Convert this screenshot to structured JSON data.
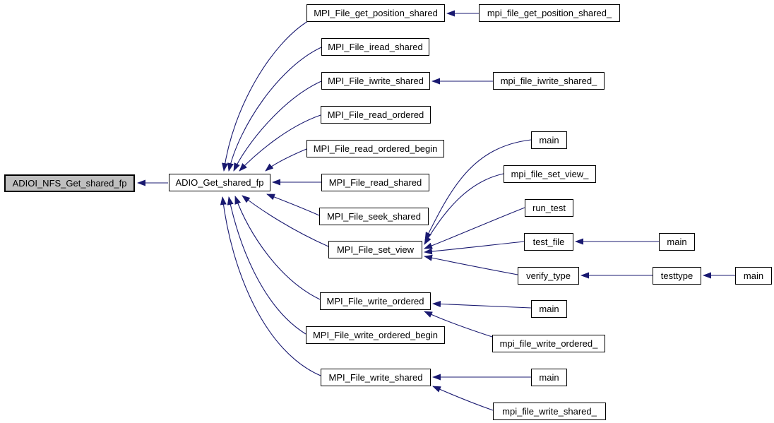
{
  "diagram": {
    "type": "call-graph",
    "direction": "callers-right-to-callee-left",
    "colors": {
      "background": "#ffffff",
      "edge": "#191970",
      "node_border": "#000000",
      "node_fill": "#ffffff",
      "highlight_fill": "#bfbfbf",
      "text": "#000000"
    },
    "nodes": [
      {
        "id": "ADIOI_NFS_Get_shared_fp",
        "label": "ADIOI_NFS_Get_shared_fp",
        "highlighted": true
      },
      {
        "id": "ADIO_Get_shared_fp",
        "label": "ADIO_Get_shared_fp",
        "highlighted": false
      },
      {
        "id": "MPI_File_get_position_shared",
        "label": "MPI_File_get_position_shared",
        "highlighted": false
      },
      {
        "id": "mpi_file_get_position_shared_",
        "label": "mpi_file_get_position_shared_",
        "highlighted": false
      },
      {
        "id": "MPI_File_iread_shared",
        "label": "MPI_File_iread_shared",
        "highlighted": false
      },
      {
        "id": "MPI_File_iwrite_shared",
        "label": "MPI_File_iwrite_shared",
        "highlighted": false
      },
      {
        "id": "mpi_file_iwrite_shared_",
        "label": "mpi_file_iwrite_shared_",
        "highlighted": false
      },
      {
        "id": "MPI_File_read_ordered",
        "label": "MPI_File_read_ordered",
        "highlighted": false
      },
      {
        "id": "MPI_File_read_ordered_begin",
        "label": "MPI_File_read_ordered_begin",
        "highlighted": false
      },
      {
        "id": "MPI_File_read_shared",
        "label": "MPI_File_read_shared",
        "highlighted": false
      },
      {
        "id": "MPI_File_seek_shared",
        "label": "MPI_File_seek_shared",
        "highlighted": false
      },
      {
        "id": "MPI_File_set_view",
        "label": "MPI_File_set_view",
        "highlighted": false
      },
      {
        "id": "main_set_view",
        "label": "main",
        "highlighted": false
      },
      {
        "id": "mpi_file_set_view_",
        "label": "mpi_file_set_view_",
        "highlighted": false
      },
      {
        "id": "run_test",
        "label": "run_test",
        "highlighted": false
      },
      {
        "id": "test_file",
        "label": "test_file",
        "highlighted": false
      },
      {
        "id": "main_test_file",
        "label": "main",
        "highlighted": false
      },
      {
        "id": "verify_type",
        "label": "verify_type",
        "highlighted": false
      },
      {
        "id": "testtype",
        "label": "testtype",
        "highlighted": false
      },
      {
        "id": "main_testtype",
        "label": "main",
        "highlighted": false
      },
      {
        "id": "MPI_File_write_ordered",
        "label": "MPI_File_write_ordered",
        "highlighted": false
      },
      {
        "id": "main_write_ordered",
        "label": "main",
        "highlighted": false
      },
      {
        "id": "MPI_File_write_ordered_begin",
        "label": "MPI_File_write_ordered_begin",
        "highlighted": false
      },
      {
        "id": "mpi_file_write_ordered_",
        "label": "mpi_file_write_ordered_",
        "highlighted": false
      },
      {
        "id": "MPI_File_write_shared",
        "label": "MPI_File_write_shared",
        "highlighted": false
      },
      {
        "id": "main_write_shared",
        "label": "main",
        "highlighted": false
      },
      {
        "id": "mpi_file_write_shared_",
        "label": "mpi_file_write_shared_",
        "highlighted": false
      }
    ],
    "edges": [
      {
        "from": "ADIO_Get_shared_fp",
        "to": "ADIOI_NFS_Get_shared_fp"
      },
      {
        "from": "MPI_File_get_position_shared",
        "to": "ADIO_Get_shared_fp"
      },
      {
        "from": "MPI_File_iread_shared",
        "to": "ADIO_Get_shared_fp"
      },
      {
        "from": "MPI_File_iwrite_shared",
        "to": "ADIO_Get_shared_fp"
      },
      {
        "from": "MPI_File_read_ordered",
        "to": "ADIO_Get_shared_fp"
      },
      {
        "from": "MPI_File_read_ordered_begin",
        "to": "ADIO_Get_shared_fp"
      },
      {
        "from": "MPI_File_read_shared",
        "to": "ADIO_Get_shared_fp"
      },
      {
        "from": "MPI_File_seek_shared",
        "to": "ADIO_Get_shared_fp"
      },
      {
        "from": "MPI_File_set_view",
        "to": "ADIO_Get_shared_fp"
      },
      {
        "from": "MPI_File_write_ordered",
        "to": "ADIO_Get_shared_fp"
      },
      {
        "from": "MPI_File_write_ordered_begin",
        "to": "ADIO_Get_shared_fp"
      },
      {
        "from": "MPI_File_write_shared",
        "to": "ADIO_Get_shared_fp"
      },
      {
        "from": "mpi_file_get_position_shared_",
        "to": "MPI_File_get_position_shared"
      },
      {
        "from": "mpi_file_iwrite_shared_",
        "to": "MPI_File_iwrite_shared"
      },
      {
        "from": "main_set_view",
        "to": "MPI_File_set_view"
      },
      {
        "from": "mpi_file_set_view_",
        "to": "MPI_File_set_view"
      },
      {
        "from": "run_test",
        "to": "MPI_File_set_view"
      },
      {
        "from": "test_file",
        "to": "MPI_File_set_view"
      },
      {
        "from": "verify_type",
        "to": "MPI_File_set_view"
      },
      {
        "from": "main_test_file",
        "to": "test_file"
      },
      {
        "from": "testtype",
        "to": "verify_type"
      },
      {
        "from": "main_testtype",
        "to": "testtype"
      },
      {
        "from": "main_write_ordered",
        "to": "MPI_File_write_ordered"
      },
      {
        "from": "mpi_file_write_ordered_",
        "to": "MPI_File_write_ordered"
      },
      {
        "from": "main_write_shared",
        "to": "MPI_File_write_shared"
      },
      {
        "from": "mpi_file_write_shared_",
        "to": "MPI_File_write_shared"
      }
    ]
  }
}
